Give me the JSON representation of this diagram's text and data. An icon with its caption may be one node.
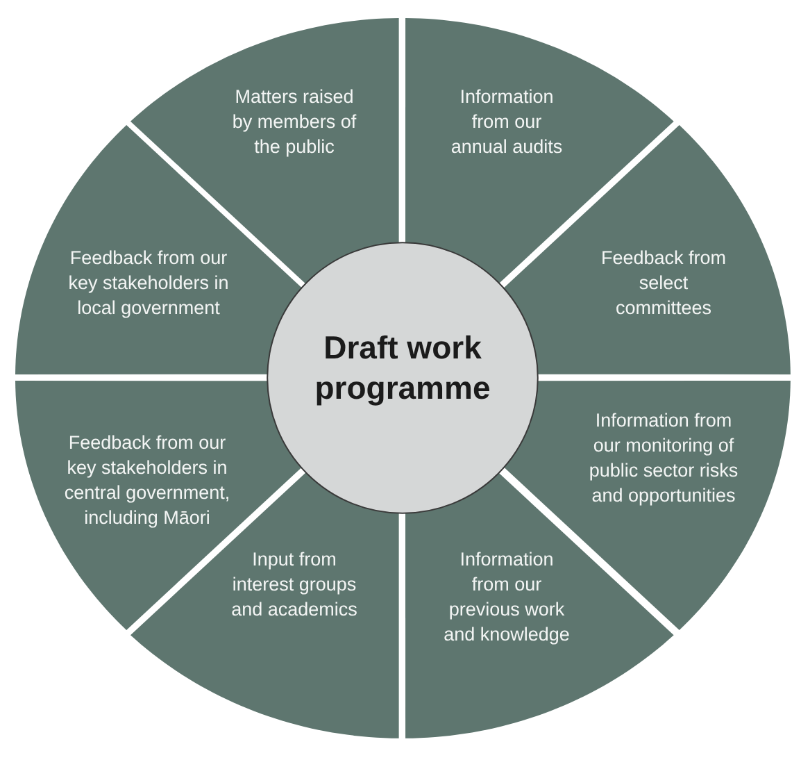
{
  "diagram": {
    "nodes": [
      {
        "text": [
          "Matters raised by members of the public"
        ]
      },
      {
        "text": [
          "Information from our annual audits"
        ]
      },
      {
        "text": [
          "Feedback from our key stakeholders in local government"
        ]
      },
      {
        "text": [
          "Feedback from select committees"
        ]
      },
      {
        "text": [
          "Draft work programme"
        ]
      },
      {
        "text": [
          "Feedback from our key stakeholders in central government, including Māori"
        ]
      },
      {
        "text": [
          "Information from our monitoring of public sector risks and opportunities"
        ]
      },
      {
        "text": [
          "Input from interest groups and academics"
        ]
      },
      {
        "text": [
          "Information from our previous work and knowledge"
        ]
      }
    ]
  }
}
